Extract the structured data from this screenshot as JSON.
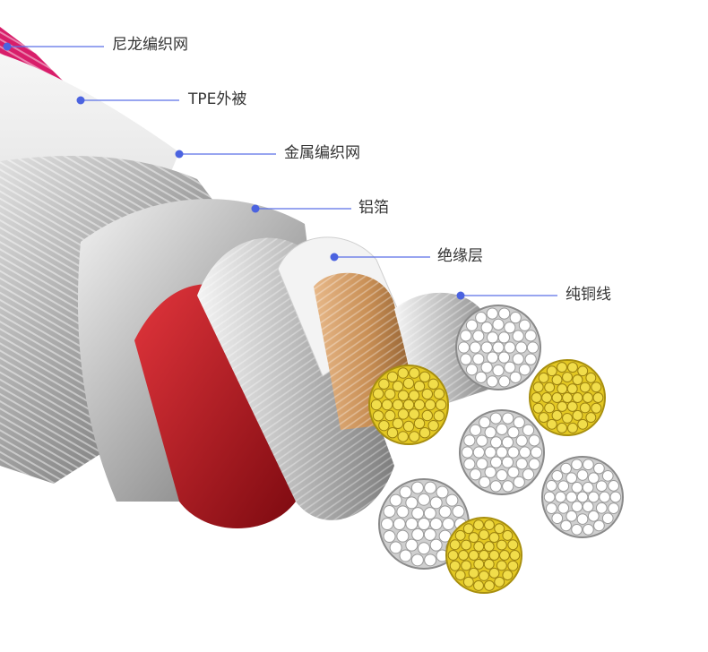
{
  "colors": {
    "accent_dot": "#4b63e0",
    "leader_line": "#5a6fe6",
    "label_text": "#333333",
    "nylon_braid": "#d81e6a",
    "tpe_jacket": "#e9e9e9",
    "copper": "#c98f55",
    "tinned_core": "#e3c823",
    "red_insulation": "#b8121b"
  },
  "callouts": [
    {
      "label": "尼龙编织网",
      "icon": "dot"
    },
    {
      "label": "TPE外被",
      "icon": "dot"
    },
    {
      "label": "金属编织网",
      "icon": "dot"
    },
    {
      "label": "铝箔",
      "icon": "dot"
    },
    {
      "label": "绝缘层",
      "icon": "dot"
    },
    {
      "label": "纯铜线",
      "icon": "dot"
    }
  ]
}
